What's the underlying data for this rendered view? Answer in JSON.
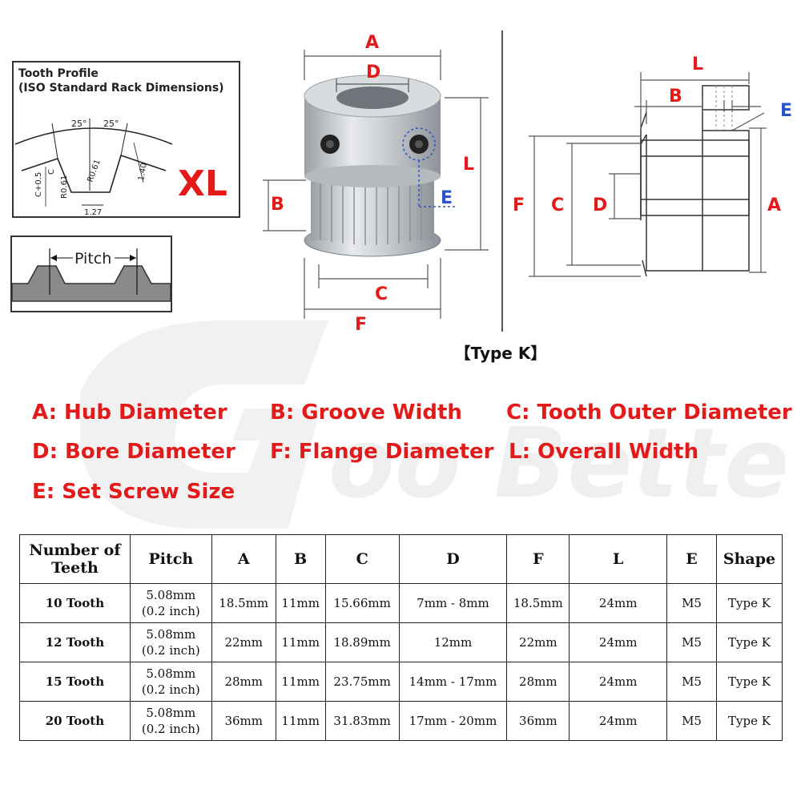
{
  "tooth_profile": {
    "title_line1": "Tooth Profile",
    "title_line2": "(ISO Standard Rack Dimensions)",
    "angle_left": "25°",
    "angle_right": "25°",
    "dim_r061_a": "R0.61",
    "dim_r061_b": "R0.61",
    "dim_c": "C",
    "dim_c05": "C+0.5",
    "dim_140": "1.40",
    "dim_127": "1.27",
    "profile_name": "XL"
  },
  "pitch_label": "Pitch",
  "pulley_labels": {
    "A": "A",
    "B": "B",
    "C": "C",
    "D": "D",
    "E": "E",
    "F": "F",
    "L": "L"
  },
  "section_labels": {
    "A": "A",
    "B": "B",
    "C": "C",
    "D": "D",
    "E": "E",
    "F": "F",
    "L": "L"
  },
  "type_caption": "【Type K】",
  "legend": {
    "a": "A: Hub Diameter",
    "b": "B: Groove Width",
    "c": "C: Tooth Outer Diameter",
    "d": "D: Bore Diameter",
    "f": "F: Flange Diameter",
    "l": "L: Overall Width",
    "e": "E: Set Screw Size"
  },
  "watermark": "oo Better",
  "table": {
    "headers": {
      "teeth": "Number of Teeth",
      "pitch": "Pitch",
      "a": "A",
      "b": "B",
      "c": "C",
      "d": "D",
      "f": "F",
      "l": "L",
      "e": "E",
      "shape": "Shape"
    },
    "rows": [
      {
        "teeth": "10 Tooth",
        "pitch_mm": "5.08mm",
        "pitch_in": "(0.2 inch)",
        "a": "18.5mm",
        "b": "11mm",
        "c": "15.66mm",
        "d": "7mm - 8mm",
        "f": "18.5mm",
        "l": "24mm",
        "e": "M5",
        "shape": "Type K"
      },
      {
        "teeth": "12 Tooth",
        "pitch_mm": "5.08mm",
        "pitch_in": "(0.2 inch)",
        "a": "22mm",
        "b": "11mm",
        "c": "18.89mm",
        "d": "12mm",
        "f": "22mm",
        "l": "24mm",
        "e": "M5",
        "shape": "Type K"
      },
      {
        "teeth": "15 Tooth",
        "pitch_mm": "5.08mm",
        "pitch_in": "(0.2 inch)",
        "a": "28mm",
        "b": "11mm",
        "c": "23.75mm",
        "d": "14mm - 17mm",
        "f": "28mm",
        "l": "24mm",
        "e": "M5",
        "shape": "Type K"
      },
      {
        "teeth": "20 Tooth",
        "pitch_mm": "5.08mm",
        "pitch_in": "(0.2 inch)",
        "a": "36mm",
        "b": "11mm",
        "c": "31.83mm",
        "d": "17mm - 20mm",
        "f": "36mm",
        "l": "24mm",
        "e": "M5",
        "shape": "Type K"
      }
    ]
  }
}
